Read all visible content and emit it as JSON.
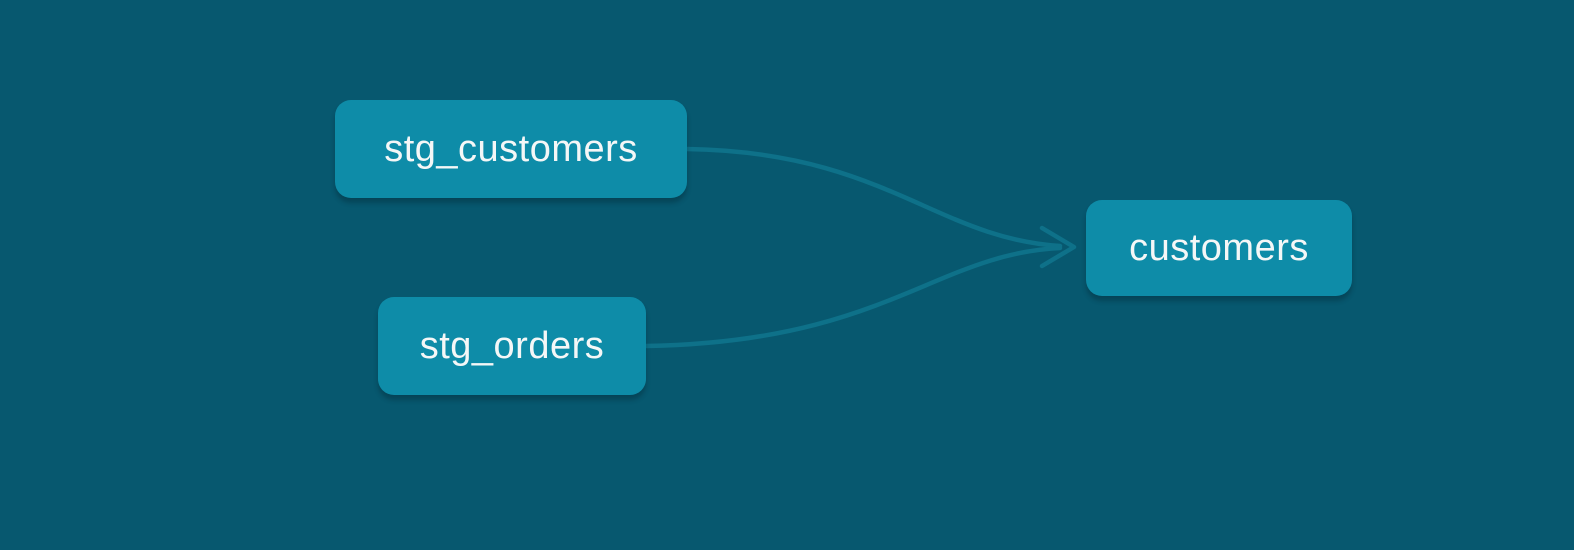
{
  "diagram": {
    "type": "lineage-graph",
    "colors": {
      "background": "#07586F",
      "node_fill": "#0E8CA8",
      "node_text": "#F4F7F7",
      "edge": "#0E7189"
    },
    "nodes": [
      {
        "id": "stg_customers",
        "label": "stg_customers"
      },
      {
        "id": "stg_orders",
        "label": "stg_orders"
      },
      {
        "id": "customers",
        "label": "customers"
      }
    ],
    "edges": [
      {
        "from": "stg_customers",
        "to": "customers"
      },
      {
        "from": "stg_orders",
        "to": "customers"
      }
    ]
  }
}
